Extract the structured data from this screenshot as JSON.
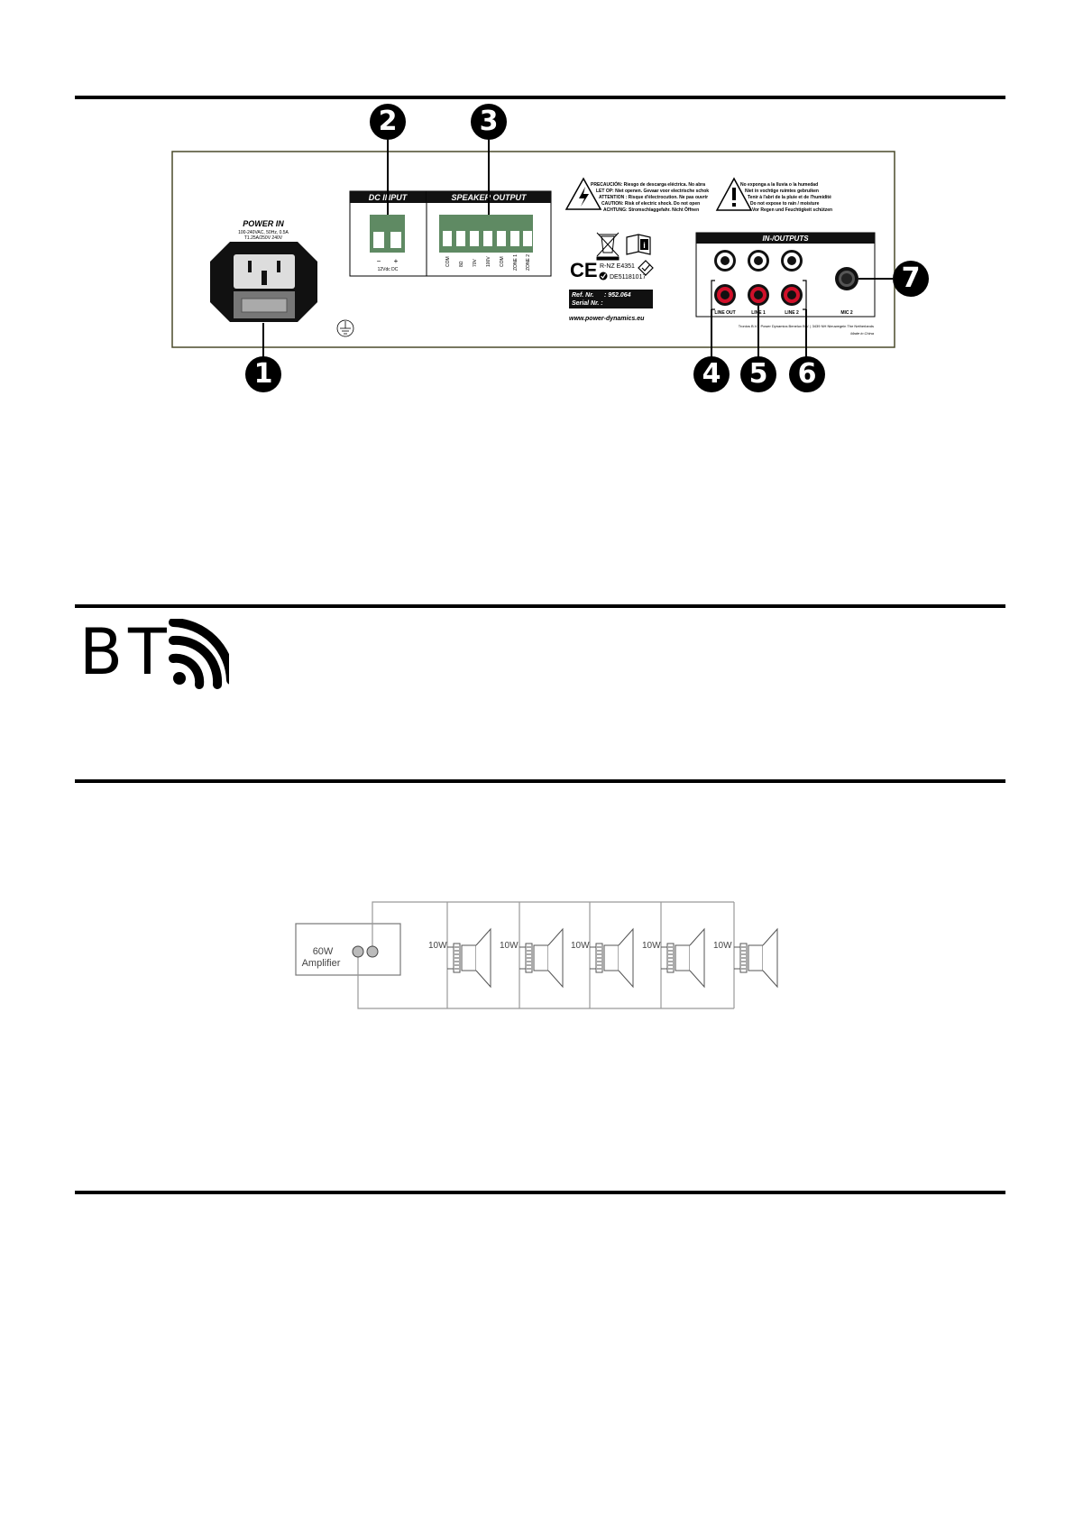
{
  "callouts": [
    "1",
    "2",
    "3",
    "4",
    "5",
    "6",
    "7"
  ],
  "panel": {
    "power_in": {
      "title": "POWER IN",
      "spec_line1": "100-240VAC, 50Hz, 0.5A",
      "spec_line2": "T1.25A/250V 240V"
    },
    "dc_input": {
      "title": "DC INPUT",
      "minus": "−",
      "plus": "+",
      "voltage": "12Vdc DC"
    },
    "speaker_output": {
      "title": "SPEAKER OUTPUT",
      "terminals": [
        "COM",
        "8Ω",
        "70V",
        "100V",
        "COM",
        "ZONE 1",
        "ZONE 2"
      ]
    },
    "warning_1": [
      "PRECAUCIÓN: Riesgo de descarga eléctrica. No abra",
      "LET OP: Niet openen. Gevaar voor electrische schok",
      "ATTENTION : Risque d'électrocution. Ne pas ouvrir",
      "CAUTION: Risk of electric shock. Do not open",
      "ACHTUNG: Stromschlaggefahr. Nicht Öffnen"
    ],
    "warning_2": [
      "No exponga a la lluvia o la humedad",
      "Niet in vochtige ruimtes gebruiken",
      "Tenir à l'abri de la pluie et de l'humidité",
      "Do not expose to rain / moisture",
      "Vor Regen und Feuchtigkeit schützen"
    ],
    "ce_mark": "CE",
    "rnz": "R-NZ E4351",
    "de_number": "DE51181017",
    "ref_label": "Ref. Nr.",
    "ref_value": ": 952.064",
    "serial_label": "Serial Nr. :",
    "website": "www.power-dynamics.eu",
    "io": {
      "title": "IN-/OUTPUTS",
      "labels": [
        "LINE OUT",
        "LINE 1",
        "LINE 2",
        "MIC 2"
      ]
    },
    "footer_line": "Tronios B.V. | Power Dynamics Benelux B.V. | 3439 NH Nieuwegein The Netherlands",
    "made_in": "Made in China"
  },
  "bt_logo": {
    "text": "BT"
  },
  "wiring": {
    "amplifier_label_1": "60W",
    "amplifier_label_2": "Amplifier",
    "speaker_labels": [
      "10W",
      "10W",
      "10W",
      "10W",
      "10W"
    ]
  }
}
